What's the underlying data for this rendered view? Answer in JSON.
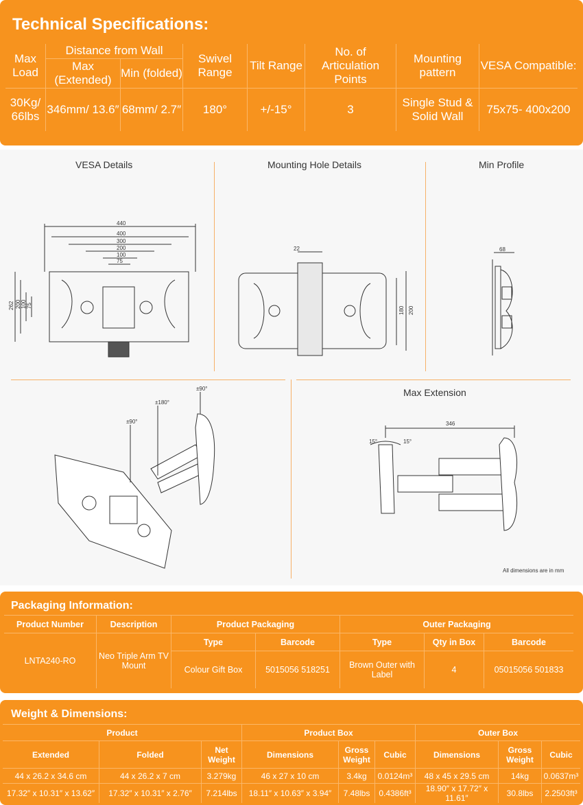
{
  "specs": {
    "title": "Technical Specifications:",
    "headers": {
      "max_load": "Max Load",
      "distance": "Distance from Wall",
      "max_ext": "Max (Extended)",
      "min_fold": "Min (folded)",
      "swivel": "Swivel Range",
      "tilt": "Tilt Range",
      "articulation": "No. of Articulation Points",
      "mounting": "Mounting pattern",
      "vesa": "VESA Compatible:"
    },
    "values": {
      "max_load": "30Kg/ 66lbs",
      "max_ext": "346mm/ 13.6″",
      "min_fold": "68mm/ 2.7″",
      "swivel": "180°",
      "tilt": "+/-15°",
      "articulation": "3",
      "mounting": "Single Stud & Solid Wall",
      "vesa": "75x75- 400x200"
    }
  },
  "drawings": {
    "vesa_title": "VESA Details",
    "hole_title": "Mounting Hole Details",
    "min_title": "Min Profile",
    "max_title": "Max Extension",
    "vesa_h": [
      "440",
      "400",
      "300",
      "200",
      "100",
      "75"
    ],
    "vesa_v": [
      "262",
      "200",
      "100",
      "75"
    ],
    "hole_dims": [
      "22",
      "180",
      "200"
    ],
    "min_dim": "68",
    "angles": [
      "±90°",
      "±180°",
      "±90°"
    ],
    "max_dims": [
      "346",
      "15°",
      "15°"
    ],
    "note": "All dimensions are in mm"
  },
  "packaging": {
    "title": "Packaging Information:",
    "headers": {
      "product_number": "Product Number",
      "description": "Description",
      "product_packaging": "Product Packaging",
      "outer_packaging": "Outer Packaging",
      "type": "Type",
      "barcode": "Barcode",
      "outer_type": "Type",
      "qty": "Qty in Box",
      "outer_barcode": "Barcode"
    },
    "row": {
      "product_number": "LNTA240-RO",
      "description": "Neo Triple Arm TV Mount",
      "type": "Colour Gift Box",
      "barcode": "5015056 518251",
      "outer_type": "Brown Outer with Label",
      "qty": "4",
      "outer_barcode": "05015056 501833"
    }
  },
  "weight": {
    "title": "Weight & Dimensions:",
    "headers": {
      "product": "Product",
      "product_box": "Product Box",
      "outer_box": "Outer Box",
      "extended": "Extended",
      "folded": "Folded",
      "net_weight": "Net Weight",
      "dimensions": "Dimensions",
      "gross_weight": "Gross Weight",
      "cubic": "Cubic",
      "outer_dimensions": "Dimensions",
      "outer_gross": "Gross Weight",
      "outer_cubic": "Cubic"
    },
    "rows": [
      {
        "extended": "44 x 26.2 x 34.6 cm",
        "folded": "44 x 26.2 x 7 cm",
        "net": "3.279kg",
        "dims": "46 x 27 x 10 cm",
        "gross": "3.4kg",
        "cubic": "0.0124m³",
        "outer_dims": "48 x 45 x 29.5 cm",
        "outer_gross": "14kg",
        "outer_cubic": "0.0637m³"
      },
      {
        "extended": "17.32″ x 10.31″ x 13.62″",
        "folded": "17.32″ x 10.31″ x 2.76″",
        "net": "7.214lbs",
        "dims": "18.11″ x 10.63″ x 3.94″",
        "gross": "7.48lbs",
        "cubic": "0.4386ft³",
        "outer_dims": "18.90″ x 17.72″ x 11.61″",
        "outer_gross": "30.8lbs",
        "outer_cubic": "2.2503ft³"
      }
    ]
  },
  "colors": {
    "accent": "#f7931e",
    "line": "#f7b066"
  }
}
